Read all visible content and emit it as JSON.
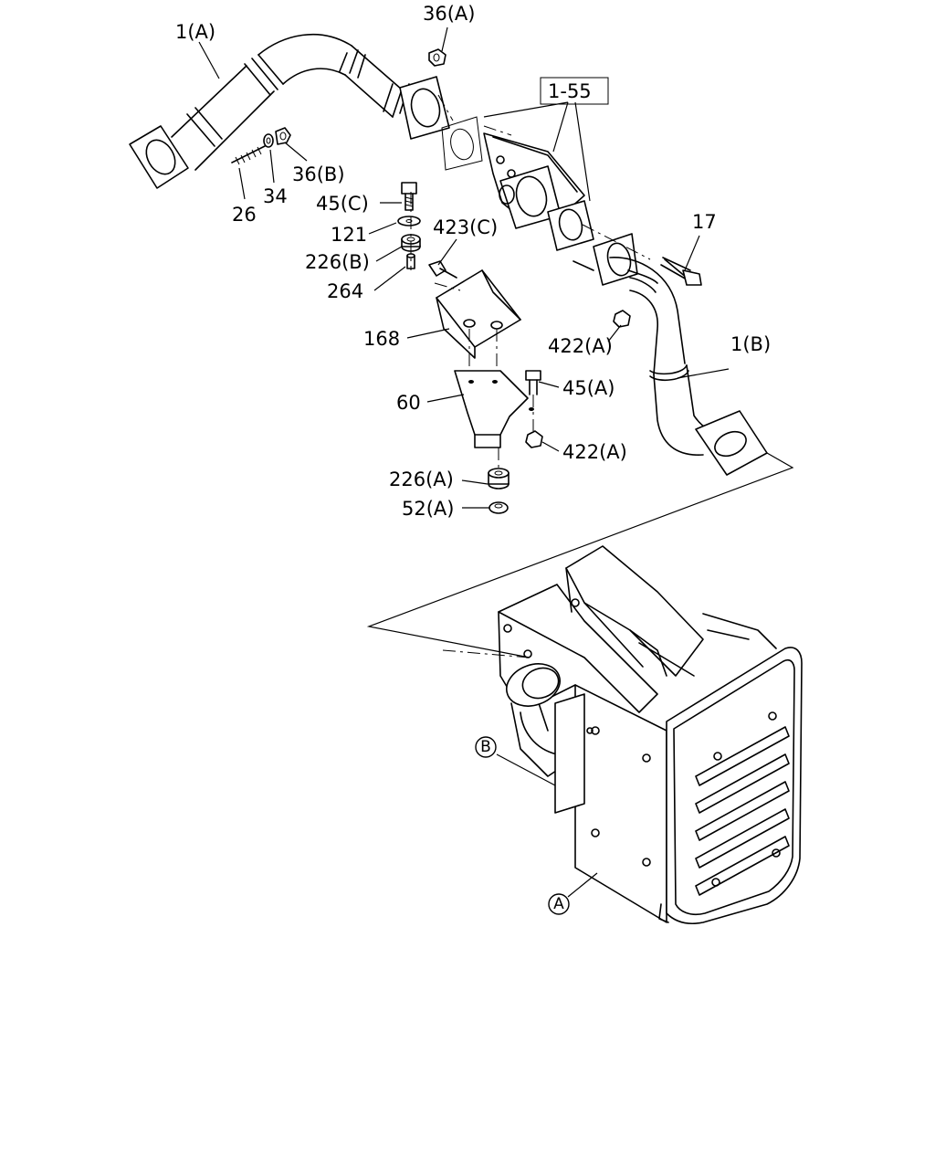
{
  "diagram": {
    "callouts": {
      "p1a": "1(A)",
      "p36a": "36(A)",
      "p155": "1-55",
      "p36b": "36(B)",
      "p34": "34",
      "p26": "26",
      "p45c": "45(C)",
      "p121": "121",
      "p226b": "226(B)",
      "p264": "264",
      "p423c": "423(C)",
      "p17": "17",
      "p168": "168",
      "p422a_top": "422(A)",
      "p1b": "1(B)",
      "p60": "60",
      "p45a": "45(A)",
      "p422a_bot": "422(A)",
      "p226a": "226(A)",
      "p52a": "52(A)"
    },
    "markers": {
      "b": "B",
      "a": "A"
    }
  }
}
